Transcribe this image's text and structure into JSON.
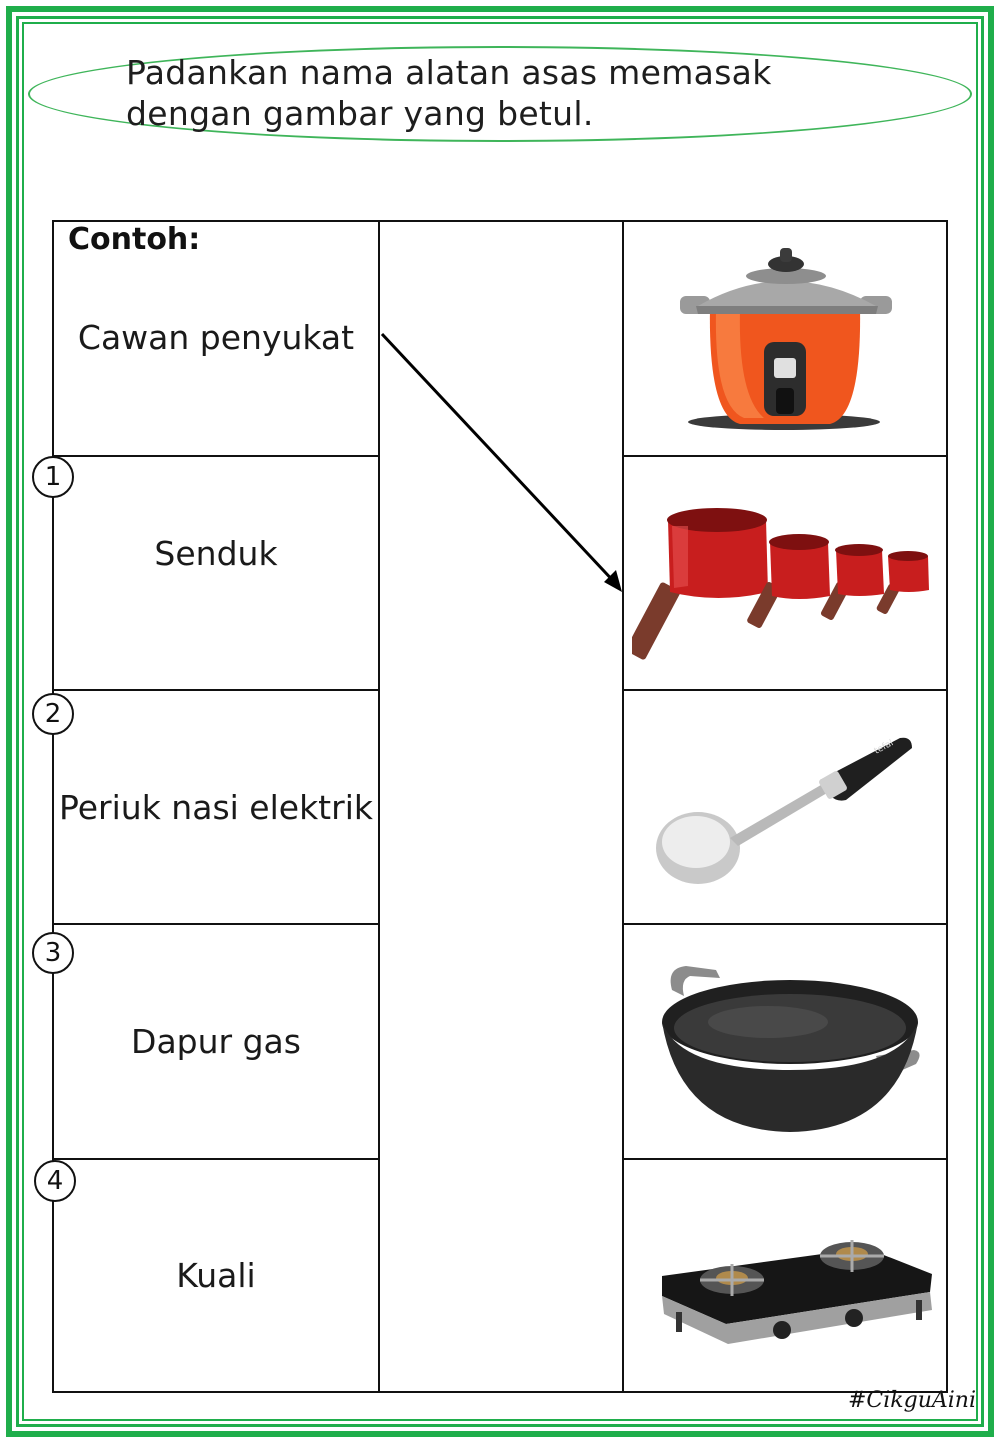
{
  "instruction": {
    "line1": "Padankan nama alatan asas memasak",
    "line2": "dengan gambar yang betul."
  },
  "example": {
    "heading": "Contoh:",
    "label": "Cawan penyukat"
  },
  "items": [
    {
      "number": "1",
      "label": "Senduk"
    },
    {
      "number": "2",
      "label": "Periuk nasi elektrik"
    },
    {
      "number": "3",
      "label": "Dapur gas"
    },
    {
      "number": "4",
      "label": "Kuali"
    }
  ],
  "pictures": [
    "rice-cooker",
    "measuring-cups",
    "ladle",
    "wok",
    "gas-stove"
  ],
  "watermark": "#CikguAini",
  "colors": {
    "border_green": "#1fae4b",
    "rice_cooker_orange": "#f0561e",
    "cups_red": "#c81e1e"
  }
}
